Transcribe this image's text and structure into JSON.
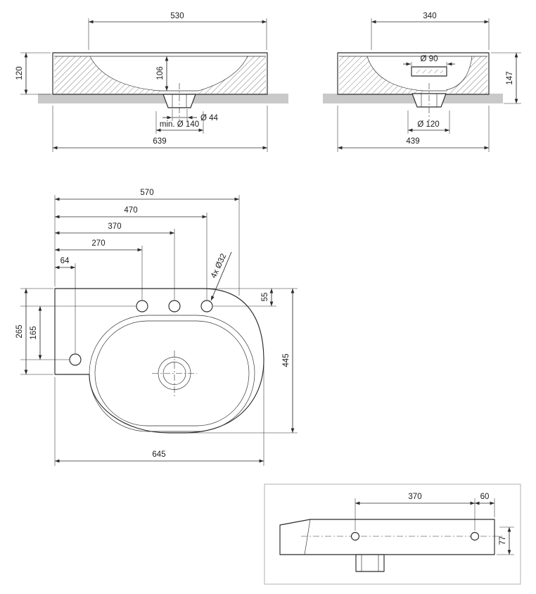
{
  "drawing": {
    "front_view": {
      "inner_width": "530",
      "height": "120",
      "bowl_depth": "106",
      "drain_diameter": "Ø 44",
      "trap_clearance": "min. Ø 140",
      "overall_width": "639"
    },
    "side_view": {
      "top_width": "340",
      "overflow_diameter": "Ø 90",
      "height": "147",
      "drain_clearance": "Ø 120",
      "overall_depth": "439"
    },
    "plan_view": {
      "width_570": "570",
      "width_470": "470",
      "width_370": "370",
      "width_270": "270",
      "width_64": "64",
      "tap_holes": "4x Ø32",
      "offset_55": "55",
      "offset_165": "165",
      "offset_265": "265",
      "depth_445": "445",
      "overall_width": "645"
    },
    "rear_view": {
      "hole_spacing": "370",
      "edge_offset": "60",
      "offset_77": "77"
    }
  },
  "colors": {
    "line": "#2b2b2b",
    "ground_fill": "#c9c9c9",
    "inset_border": "#bdbdbd"
  }
}
